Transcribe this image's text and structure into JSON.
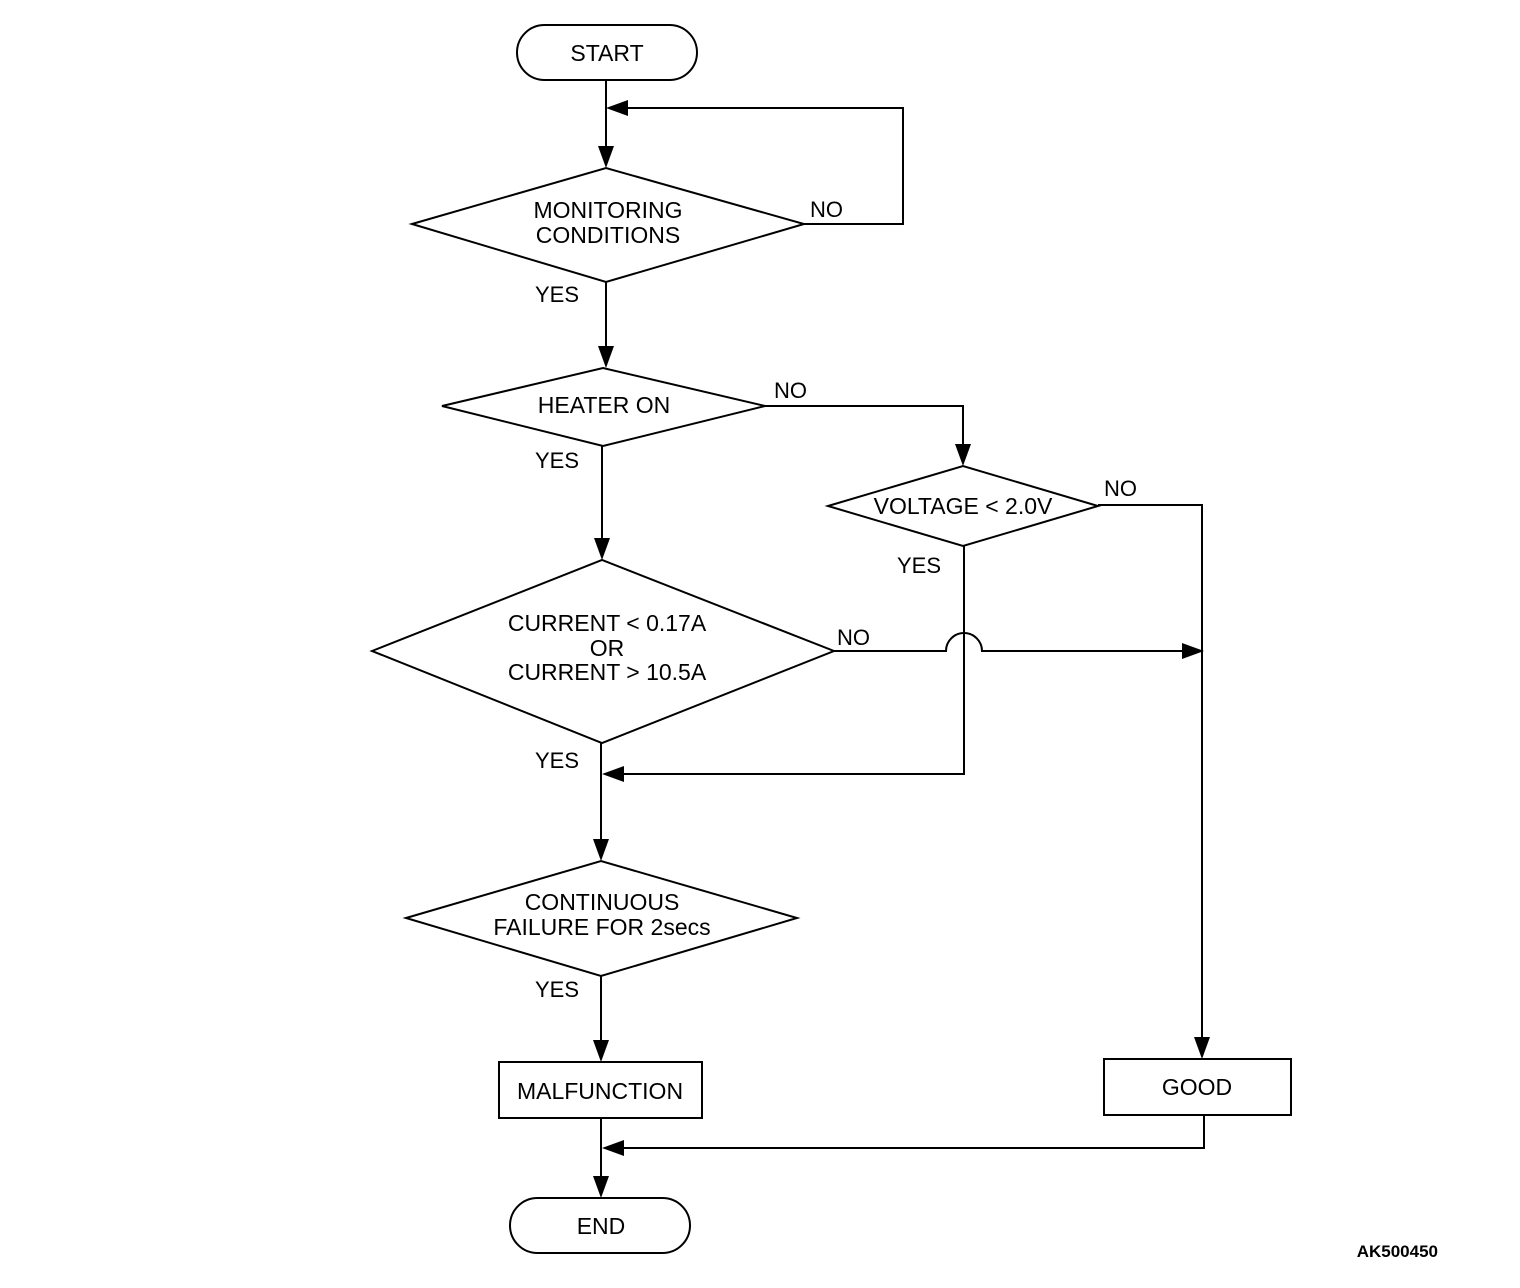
{
  "nodes": {
    "start": "START",
    "monitoring": [
      "MONITORING",
      "CONDITIONS"
    ],
    "heater": "HEATER ON",
    "voltage": "VOLTAGE < 2.0V",
    "current": [
      "CURRENT < 0.17A",
      "OR",
      "CURRENT > 10.5A"
    ],
    "continuous": [
      "CONTINUOUS",
      "FAILURE FOR 2secs"
    ],
    "malfunction": "MALFUNCTION",
    "good": "GOOD",
    "end": "END"
  },
  "edges": {
    "monitoring_no": "NO",
    "monitoring_yes": "YES",
    "heater_no": "NO",
    "heater_yes": "YES",
    "voltage_no": "NO",
    "voltage_yes": "YES",
    "current_no": "NO",
    "current_yes": "YES",
    "continuous_yes": "YES"
  },
  "figure_code": "AK500450"
}
